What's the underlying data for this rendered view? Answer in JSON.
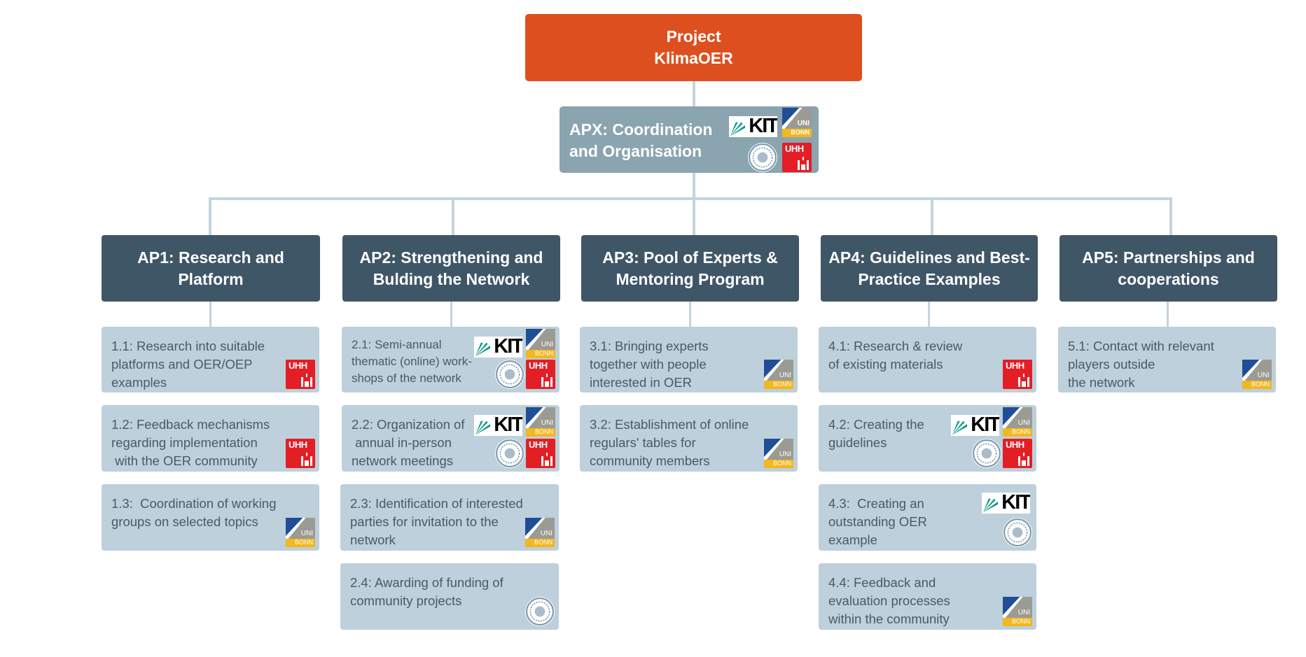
{
  "root": {
    "line1": "Project",
    "line2": "KlimaOER"
  },
  "apx": {
    "line1": "APX: Coordination",
    "line2": "and Organisation"
  },
  "work_packages": [
    {
      "line1": "AP1: Research and",
      "line2": "Platform",
      "tasks": [
        {
          "lines": [
            "1.1: Research into suitable",
            "platforms and OER/OEP",
            "examples"
          ],
          "logos": [
            "uhh-logo"
          ]
        },
        {
          "lines": [
            "1.2: Feedback mechanisms",
            "regarding implementation",
            " with the OER community"
          ],
          "logos": [
            "uhh-logo"
          ]
        },
        {
          "lines": [
            "1.3:  Coordination of working",
            "groups on selected topics"
          ],
          "logos": [
            "uni-bonn-logo"
          ]
        }
      ]
    },
    {
      "line1": "AP2: Strengthening and",
      "line2": "Bulding the Network",
      "tasks": [
        {
          "lines": [
            "2.1: Semi-annual",
            "thematic (online) work-",
            "shops of the network"
          ],
          "logos": [
            "kit-logo",
            "uni-bonn-logo",
            "university-seal-logo",
            "uhh-logo"
          ]
        },
        {
          "lines": [
            "2.2: Organization of",
            " annual in-person",
            "network meetings"
          ],
          "logos": [
            "kit-logo",
            "uni-bonn-logo",
            "university-seal-logo",
            "uhh-logo"
          ]
        },
        {
          "lines": [
            "2.3: Identification of interested",
            "parties for invitation to the",
            "network"
          ],
          "logos": [
            "uni-bonn-logo"
          ]
        },
        {
          "lines": [
            "2.4: Awarding of funding of",
            "community projects"
          ],
          "logos": [
            "university-seal-logo"
          ]
        }
      ]
    },
    {
      "line1": "AP3: Pool of Experts &",
      "line2": "Mentoring Program",
      "tasks": [
        {
          "lines": [
            "3.1: Bringing experts",
            "together with people",
            "interested in OER"
          ],
          "logos": [
            "uni-bonn-logo"
          ]
        },
        {
          "lines": [
            "3.2: Establishment of online",
            "regulars' tables for",
            "community members"
          ],
          "logos": [
            "uni-bonn-logo"
          ]
        }
      ]
    },
    {
      "line1": "AP4: Guidelines and Best-",
      "line2": "Practice Examples",
      "tasks": [
        {
          "lines": [
            "4.1: Research & review",
            "of existing materials"
          ],
          "logos": [
            "uhh-logo"
          ]
        },
        {
          "lines": [
            "4.2: Creating the",
            "guidelines"
          ],
          "logos": [
            "kit-logo",
            "uni-bonn-logo",
            "university-seal-logo",
            "uhh-logo"
          ]
        },
        {
          "lines": [
            "4.3:  Creating an",
            "outstanding OER",
            "example"
          ],
          "logos": [
            "kit-logo",
            "university-seal-logo"
          ]
        },
        {
          "lines": [
            "4.4: Feedback and",
            "evaluation processes",
            "within the community"
          ],
          "logos": [
            "uni-bonn-logo"
          ]
        }
      ]
    },
    {
      "line1": "AP5: Partnerships and",
      "line2": "cooperations",
      "tasks": [
        {
          "lines": [
            "5.1: Contact with relevant",
            "players outside",
            "the network"
          ],
          "logos": [
            "uni-bonn-logo"
          ]
        }
      ]
    }
  ],
  "logo_text": {
    "uhh": "UHH",
    "bonn_uni": "UNI",
    "bonn_city": "BONN",
    "kit": "KIT"
  },
  "colors": {
    "root": "#dd4f1f",
    "apx": "#8aa4b0",
    "work_package": "#3f5667",
    "task": "#bdd0db",
    "connector": "#c3d4dd"
  }
}
